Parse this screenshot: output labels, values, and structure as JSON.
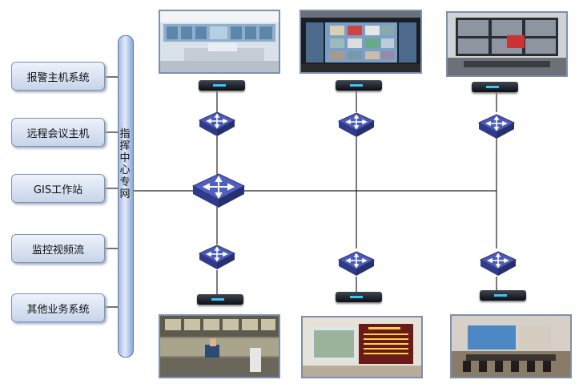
{
  "systems": [
    {
      "label": "报警主机系统"
    },
    {
      "label": "远程会议主机"
    },
    {
      "label": "GIS工作站"
    },
    {
      "label": "监控视频流"
    },
    {
      "label": "其他业务系统"
    }
  ],
  "bus_label": "指挥中心专网",
  "colors": {
    "switch": "#3f4aa3",
    "line": "#222222",
    "bus": "#9fb7e0"
  },
  "photos": [
    {
      "depicts": "control-room"
    },
    {
      "depicts": "video-wall"
    },
    {
      "depicts": "surveillance-wall"
    },
    {
      "depicts": "operator-room"
    },
    {
      "depicts": "display-screen"
    },
    {
      "depicts": "meeting-room"
    }
  ]
}
